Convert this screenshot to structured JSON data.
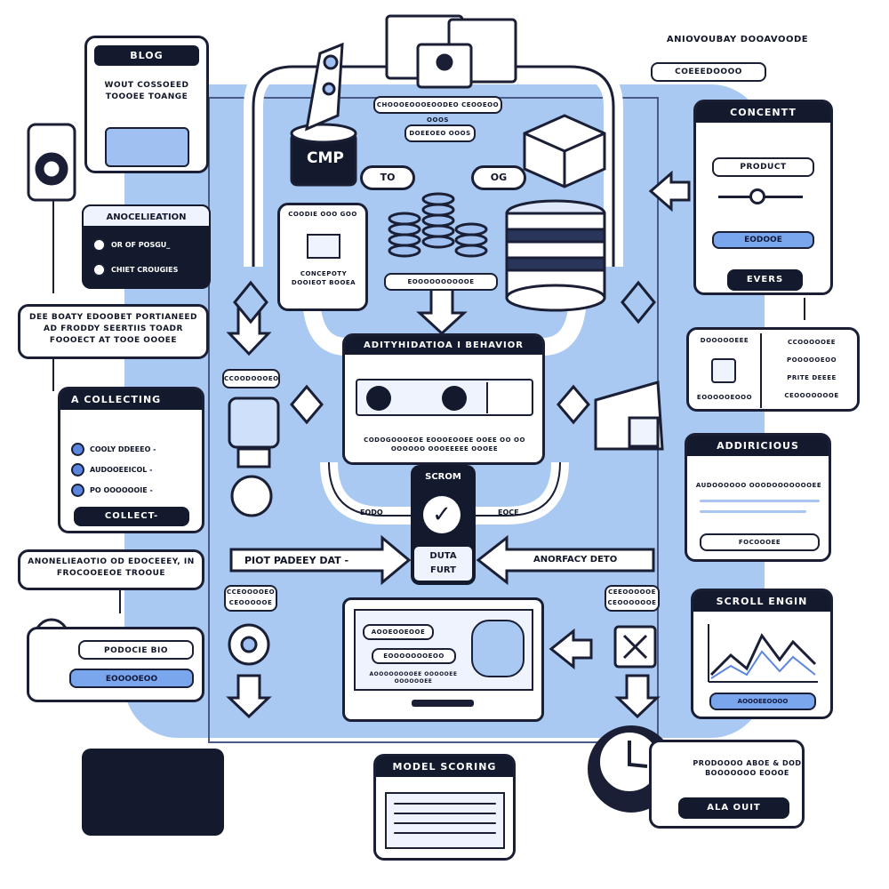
{
  "colors": {
    "ink": "#1a1f36",
    "panel_blue": "#a9c9f2",
    "accent": "#5b86e0",
    "card": "#eef3fd"
  },
  "blog": {
    "title": "BLOG",
    "text": "WOUT COSSOEED TOOOEE TOANGE"
  },
  "anonymization": {
    "title": "ANOCELIEATION",
    "opt1": "OR OF POSGU_",
    "opt2": "CHIET CROUGIES"
  },
  "left_note": {
    "text": "DEE BOATY EDOOBET PORTIANEED AD FRODDY SEERTIIS TOADR FOOOECT AT TOOE OOOEE"
  },
  "collecting": {
    "title": "A COLLECTING",
    "items": [
      "COOLY DDEEEO -",
      "AUDOOEEICOL -",
      "PO OOOOOOIE -"
    ],
    "button": "COLLECT-"
  },
  "anon_note": {
    "text": "ANONELIEAOTIO OD EDOCEEEY, IN FROCOOEEOE TROOUE"
  },
  "bottom_left": {
    "label": "PODOCIE BIO",
    "button": "EOOOOEOO"
  },
  "top_center": {
    "bar_text": "CHOOOEOOOEOODEO CEOOEOO OOOS",
    "pill": "DOEEOEO OOOS",
    "cmp_label": "CMP"
  },
  "to_bubble": "TO",
  "og_bubble": "OG",
  "concepty": {
    "line1": "COODIE OOO GOO",
    "line2": "CONCEPOTY DOOIEOT BOOEA"
  },
  "stack_caption": "EOOOOOOOOOOE",
  "center_panel": {
    "title": "ADITYHIDATIOA I BEHAVIOR",
    "text": "CODOGOOOEOE EOOOEOOEE OOEE OO OO OOOOOO OOOEEEEE OOOEE"
  },
  "center_badge": {
    "top": "SCROM",
    "line1": "DUTA",
    "line2": "FURT"
  },
  "flow_labels": {
    "left_small": "EODO",
    "right_small": "EOCE",
    "left_arrow": "PIOT PADEEY DAT -",
    "right_arrow": "ANORFACY DETO"
  },
  "left_side_labels": {
    "a": "CCOODOOOEO",
    "b": "CCEOOOOEO CEOOOOOE"
  },
  "right_side_labels": {
    "a": "CEEOOOOOE CEOOOOOOE"
  },
  "top_right_label": {
    "text": "ANIOVOUBAY DOOAVOODE",
    "pill": "COEEEDOOOO"
  },
  "consent": {
    "title": "CONCENTT",
    "field": "PRODUCT",
    "button": "EODOOE",
    "footer": "EVERS"
  },
  "mid_right_list": {
    "left_items": [
      "DOOOOOEEE",
      "EOOOOOEOOO"
    ],
    "right_items": [
      "CCOOOOOEE",
      "POOOOOEOO",
      "PRITE DEEEE",
      "CEOOOOOOOE"
    ]
  },
  "advertising": {
    "title": "ADDIRICIOUS",
    "text": "AUDOOOOOO OOODOOOOOOOEE",
    "pill": "FOCOOOEE"
  },
  "scroll_engine": {
    "title": "SCROLL ENGIN",
    "pill": "AOOOEEOOOO"
  },
  "monitor": {
    "pill1": "AOOEOOEOOE",
    "pill2": "EOOOOOOOEOO",
    "caption": "AOOOOOOOOEE OOOOOEE OOOOOOEE"
  },
  "model_scoring": {
    "title": "MODEL SCORING"
  },
  "bottom_right": {
    "text": "PRODOOOO ABOE & DOD BOOOOOOO EOOOE",
    "button": "ALA OUIT"
  }
}
